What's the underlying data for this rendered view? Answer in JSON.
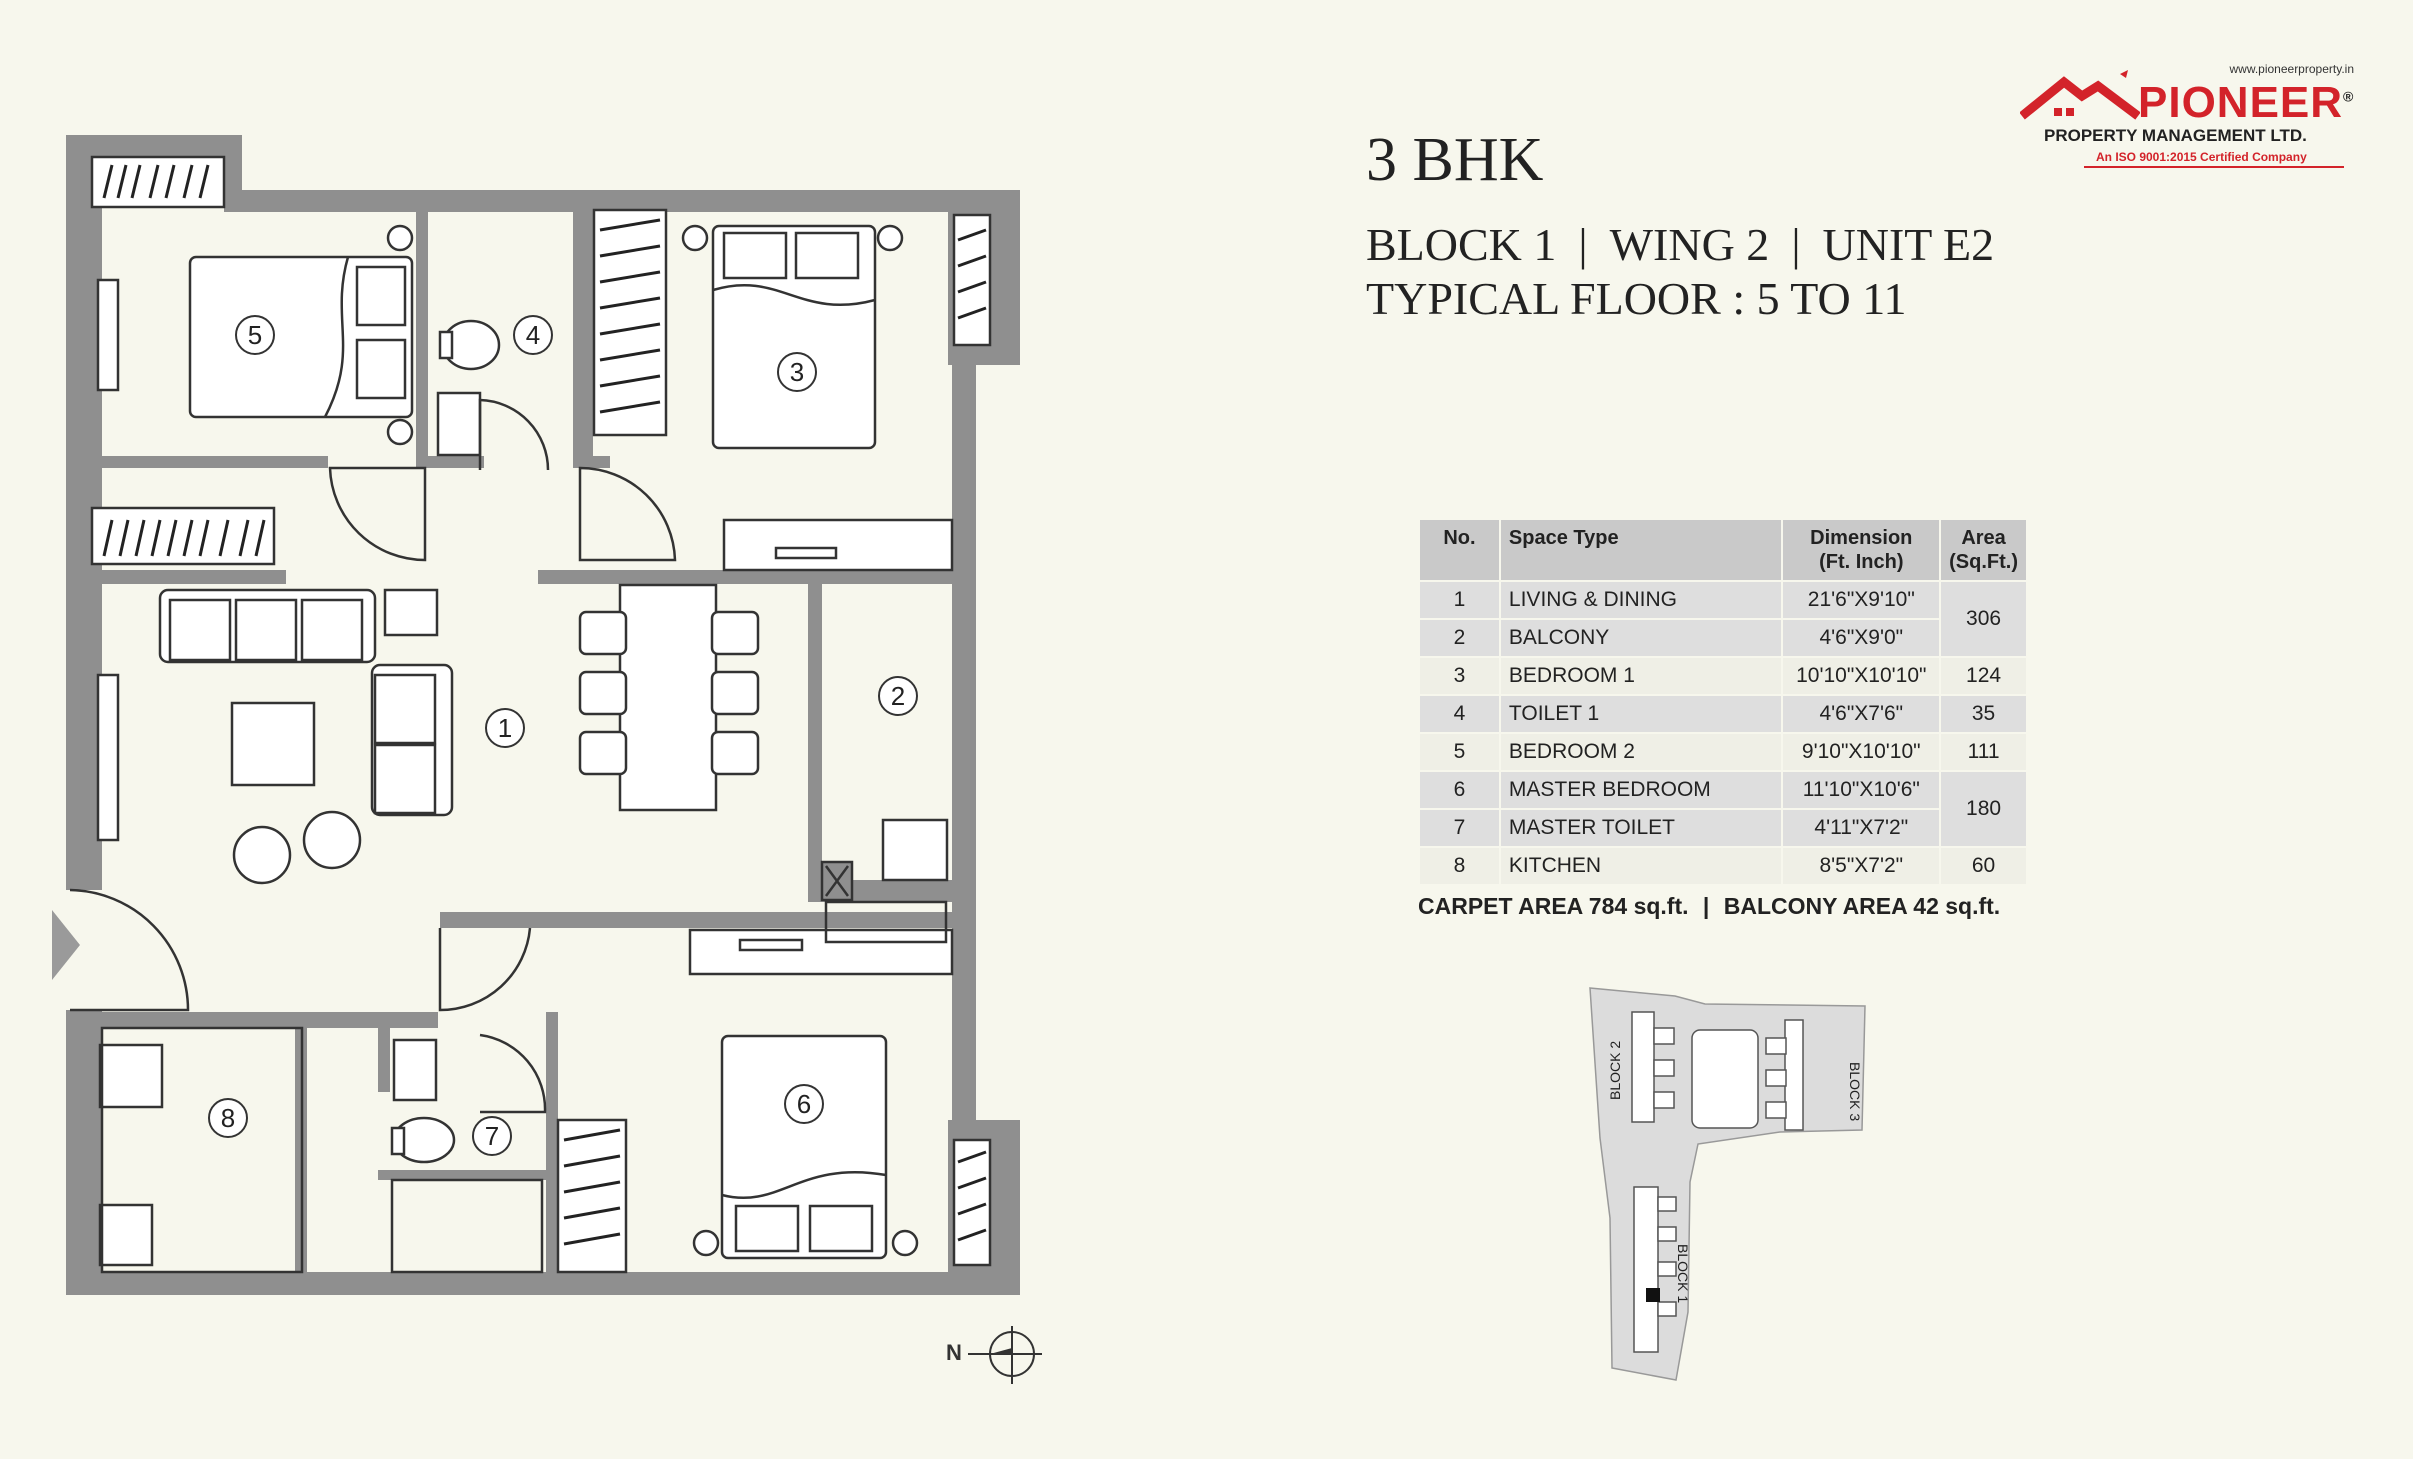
{
  "header": {
    "config": "3 BHK",
    "block": "BLOCK 1",
    "wing": "WING 2",
    "unit": "UNIT E2",
    "floor": "TYPICAL FLOOR : 5 TO 11",
    "separator": "|"
  },
  "logo": {
    "url": "www.pioneerproperty.in",
    "brand": "PIONEER",
    "registered": "®",
    "subtitle": "PROPERTY MANAGEMENT LTD.",
    "certification": "An ISO 9001:2015 Certified Company",
    "brand_color": "#d3232a"
  },
  "table": {
    "headers": {
      "no": "No.",
      "space_type": "Space Type",
      "dimension": "Dimension",
      "dimension_unit": "(Ft. Inch)",
      "area": "Area",
      "area_unit": "(Sq.Ft.)"
    },
    "rows": [
      {
        "no": "1",
        "space": "LIVING & DINING",
        "dimension": "21'6\"X9'10\""
      },
      {
        "no": "2",
        "space": "BALCONY",
        "dimension": "4'6\"X9'0\""
      },
      {
        "no": "3",
        "space": "BEDROOM 1",
        "dimension": "10'10\"X10'10\""
      },
      {
        "no": "4",
        "space": "TOILET 1",
        "dimension": "4'6\"X7'6\""
      },
      {
        "no": "5",
        "space": "BEDROOM 2",
        "dimension": "9'10\"X10'10\""
      },
      {
        "no": "6",
        "space": "MASTER BEDROOM",
        "dimension": "11'10\"X10'6\""
      },
      {
        "no": "7",
        "space": "MASTER TOILET",
        "dimension": "4'11\"X7'2\""
      },
      {
        "no": "8",
        "space": "KITCHEN",
        "dimension": "8'5\"X7'2\""
      }
    ],
    "areas": {
      "living_balcony": "306",
      "bedroom1": "124",
      "toilet1": "35",
      "bedroom2": "111",
      "master": "180",
      "kitchen": "60"
    }
  },
  "summary": {
    "carpet": "CARPET AREA 784 sq.ft.",
    "balcony": "BALCONY AREA 42 sq.ft.",
    "separator": "|"
  },
  "floorplan": {
    "room_numbers": [
      "1",
      "2",
      "3",
      "4",
      "5",
      "6",
      "7",
      "8"
    ],
    "wall_color": "#8f8f8f"
  },
  "keyplan": {
    "block1": "BLOCK 1",
    "block2": "BLOCK 2",
    "block3": "BLOCK 3"
  },
  "compass": {
    "north": "N"
  }
}
